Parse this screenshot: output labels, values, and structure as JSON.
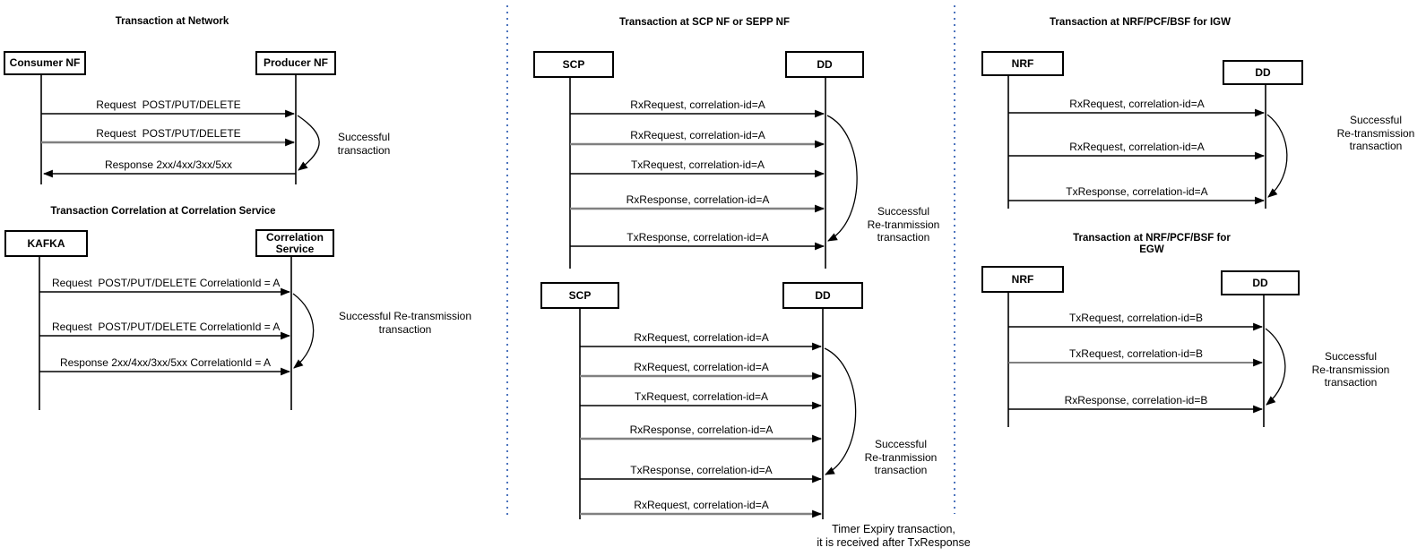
{
  "colors": {
    "line": "#000000",
    "retransmit_gray": "#808080",
    "retransmit_gray_thin": "#6e6e6e",
    "separator_blue": "#4d74bd"
  },
  "diagrams": [
    {
      "id": "network",
      "title": "Transaction at Network",
      "actors": [
        {
          "label": "Consumer NF"
        },
        {
          "label": "Producer NF"
        }
      ],
      "messages": [
        {
          "label": "Request  POST/PUT/DELETE",
          "direction": "right",
          "style": "black"
        },
        {
          "label": "Request  POST/PUT/DELETE",
          "direction": "right",
          "style": "gray"
        },
        {
          "label": "Response 2xx/4xx/3xx/5xx",
          "direction": "left",
          "style": "black"
        }
      ],
      "annotation": "Successful\ntransaction"
    },
    {
      "id": "correlation-service",
      "title": "Transaction Correlation at Correlation Service",
      "actors": [
        {
          "label": "KAFKA"
        },
        {
          "label": "Correlation\nService"
        }
      ],
      "messages": [
        {
          "label": "Request  POST/PUT/DELETE CorrelationId = A",
          "direction": "right",
          "style": "black"
        },
        {
          "label": "Request  POST/PUT/DELETE CorrelationId = A",
          "direction": "right",
          "style": "black"
        },
        {
          "label": "Response 2xx/4xx/3xx/5xx CorrelationId = A",
          "direction": "right",
          "style": "black"
        }
      ],
      "annotation": "Successful Re-transmission\ntransaction"
    },
    {
      "id": "scp-sepp",
      "title": "Transaction at SCP NF or SEPP NF",
      "actors": [
        {
          "label": "SCP"
        },
        {
          "label": "DD"
        }
      ],
      "messages": [
        {
          "label": "RxRequest, correlation-id=A",
          "direction": "right",
          "style": "black"
        },
        {
          "label": "RxRequest, correlation-id=A",
          "direction": "right",
          "style": "gray"
        },
        {
          "label": "TxRequest, correlation-id=A",
          "direction": "right",
          "style": "black"
        },
        {
          "label": "RxResponse, correlation-id=A",
          "direction": "right",
          "style": "gray"
        },
        {
          "label": "TxResponse, correlation-id=A",
          "direction": "right",
          "style": "black"
        }
      ],
      "annotation": "Successful\nRe-tranmission\ntransaction"
    },
    {
      "id": "scp-timer-expiry",
      "title": "",
      "actors": [
        {
          "label": "SCP"
        },
        {
          "label": "DD"
        }
      ],
      "messages": [
        {
          "label": "RxRequest, correlation-id=A",
          "direction": "right",
          "style": "black"
        },
        {
          "label": "RxRequest, correlation-id=A",
          "direction": "right",
          "style": "gray"
        },
        {
          "label": "TxRequest, correlation-id=A",
          "direction": "right",
          "style": "black"
        },
        {
          "label": "RxResponse, correlation-id=A",
          "direction": "right",
          "style": "gray"
        },
        {
          "label": "TxResponse, correlation-id=A",
          "direction": "right",
          "style": "black"
        },
        {
          "label": "RxRequest, correlation-id=A",
          "direction": "right",
          "style": "gray"
        }
      ],
      "annotation": "Successful\nRe-tranmission\ntransaction",
      "footnote": "Timer Expiry transaction,\nit is received after TxResponse"
    },
    {
      "id": "nrf-igw",
      "title": "Transaction at NRF/PCF/BSF for IGW",
      "actors": [
        {
          "label": "NRF"
        },
        {
          "label": "DD"
        }
      ],
      "messages": [
        {
          "label": "RxRequest, correlation-id=A",
          "direction": "right",
          "style": "black"
        },
        {
          "label": "RxRequest, correlation-id=A",
          "direction": "right",
          "style": "black"
        },
        {
          "label": "TxResponse, correlation-id=A",
          "direction": "right",
          "style": "black"
        }
      ],
      "annotation": "Successful\nRe-transmission\ntransaction"
    },
    {
      "id": "nrf-egw",
      "title": "Transaction at NRF/PCF/BSF for\nEGW",
      "actors": [
        {
          "label": "NRF"
        },
        {
          "label": "DD"
        }
      ],
      "messages": [
        {
          "label": "TxRequest, correlation-id=B",
          "direction": "right",
          "style": "black"
        },
        {
          "label": "TxRequest, correlation-id=B",
          "direction": "right",
          "style": "gray-thin"
        },
        {
          "label": "RxResponse, correlation-id=B",
          "direction": "right",
          "style": "black"
        }
      ],
      "annotation": "Successful\nRe-transmission\ntransaction"
    }
  ]
}
